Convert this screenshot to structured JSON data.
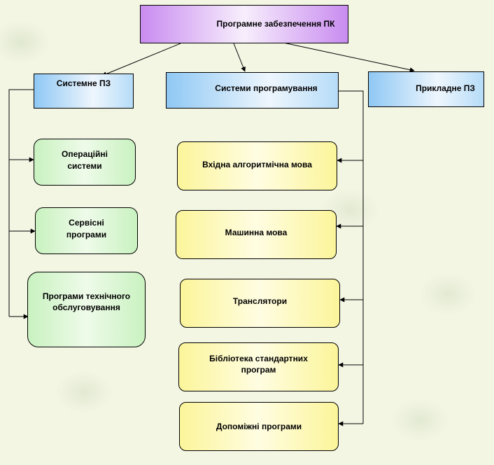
{
  "root": "Програмне забезпечення ПК",
  "categories": {
    "system": "Системне ПЗ",
    "programming": "Системи програмування",
    "applied": "Прикладне ПЗ"
  },
  "system_items": [
    "Операційні\nсистеми",
    "Сервісні\nпрограми",
    "Програми технічного\nобслуговування"
  ],
  "programming_items": [
    "Вхідна алгоритмічна мова",
    "Машинна мова",
    "Транслятори",
    "Бібліотека стандартних\nпрограм",
    "Допоміжні програми"
  ]
}
